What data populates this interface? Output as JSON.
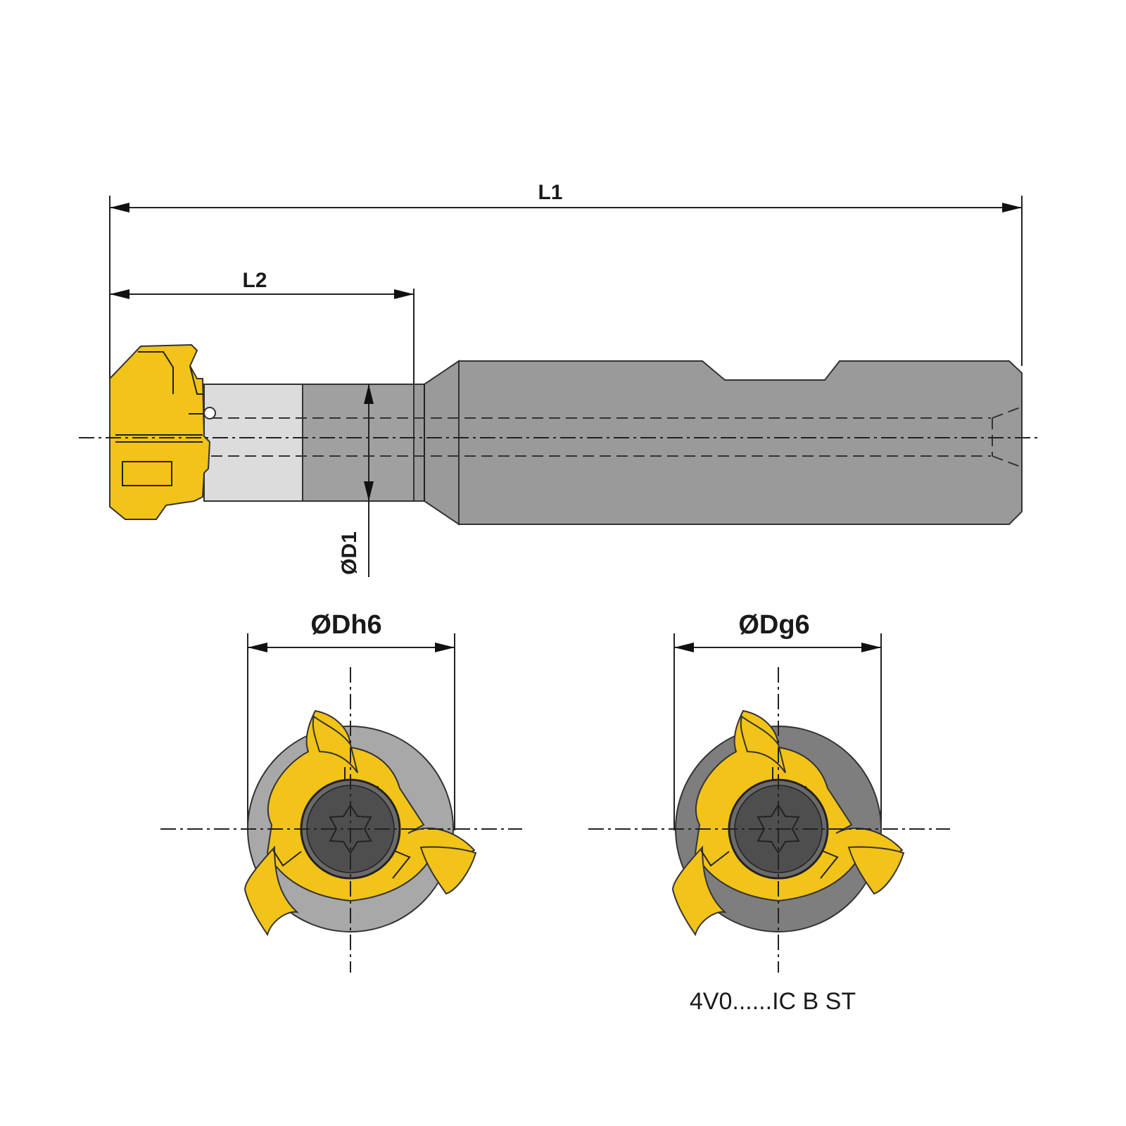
{
  "labels": {
    "overall_length": "L1",
    "head_length": "L2",
    "neck_diameter": "ØD1",
    "diameter_h6": "ØDh6",
    "diameter_g6": "ØDg6",
    "insert_code": "4V0......IC B ST"
  },
  "colors": {
    "insert": "#f2c318",
    "insert_shadow": "#d9a80c",
    "shank": "#9a9a9a",
    "neck_light": "#dcdcdc",
    "neck_dark": "#9e9e9e",
    "hub_h6": "#a8a8a8",
    "hub_g6": "#7e7e7e",
    "screw": "#5a5a5a"
  },
  "icons": [
    "torx-screw-icon",
    "threading-insert-icon"
  ]
}
